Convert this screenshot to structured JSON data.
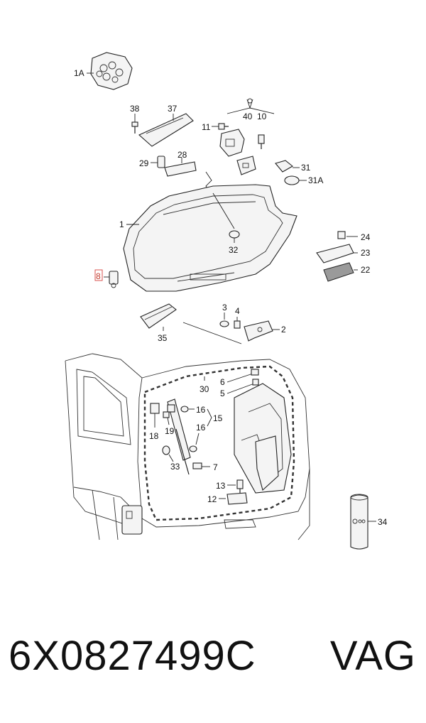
{
  "diagram": {
    "labels": {
      "l1A": "1A",
      "l38": "38",
      "l37": "37",
      "l40": "40",
      "l10": "10",
      "l11": "11",
      "l29": "29",
      "l28": "28",
      "l31": "31",
      "l31A": "31A",
      "l1": "1",
      "l32": "32",
      "l24": "24",
      "l23": "23",
      "l22": "22",
      "l8": "8",
      "l3": "3",
      "l4": "4",
      "l2": "2",
      "l35": "35",
      "l30": "30",
      "l6": "6",
      "l5": "5",
      "l16a": "16",
      "l15": "15",
      "l18": "18",
      "l19": "19",
      "l16b": "16",
      "l33": "33",
      "l7": "7",
      "l13": "13",
      "l12": "12",
      "l34": "34"
    },
    "highlighted_label": "8"
  },
  "footer": {
    "part_number": "6X0827499C",
    "brand": "VAG"
  }
}
